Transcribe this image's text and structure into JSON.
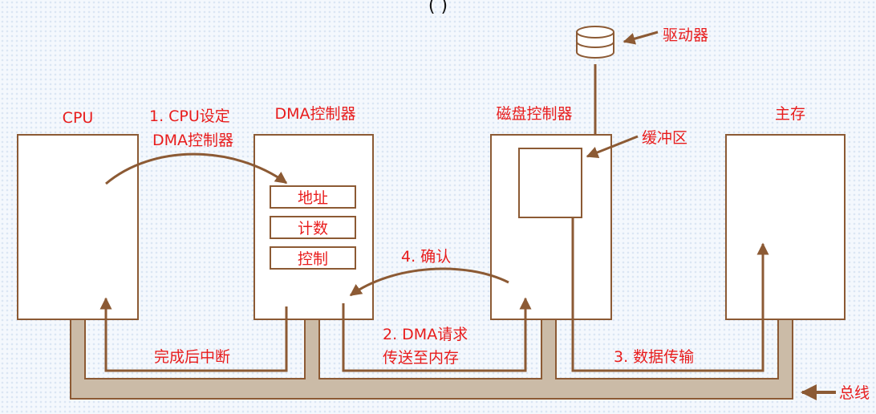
{
  "diagram": {
    "nodes": {
      "cpu": "CPU",
      "dma": "DMA控制器",
      "disk": "磁盘控制器",
      "memory": "主存",
      "drive": "驱动器",
      "buffer": "缓冲区",
      "bus": "总线"
    },
    "registers": [
      "地址",
      "计数",
      "控制"
    ],
    "steps": {
      "step1_line1": "1. CPU设定",
      "step1_line2": "DMA控制器",
      "step2_line1": "2. DMA请求",
      "step2_line2": "传送至内存",
      "step3": "3. 数据传输",
      "step4": "4. 确认",
      "interrupt": "完成后中断"
    },
    "title_partial": "(        )"
  },
  "colors": {
    "line": "#8c5a34",
    "label": "#e81c1c",
    "bus_fill": "#cbbba7",
    "box_fill": "#ffffff"
  }
}
